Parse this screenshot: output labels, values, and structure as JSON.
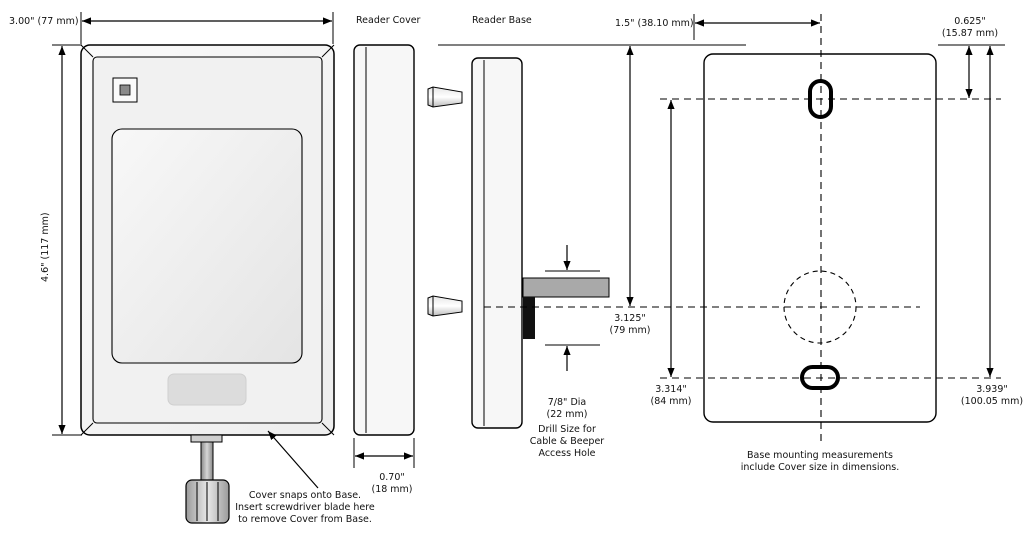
{
  "labels": {
    "cover_width": "3.00\" (77 mm)",
    "cover_height": "4.6\" (117 mm)",
    "reader_cover": "Reader Cover",
    "reader_base": "Reader Base",
    "depth_in": "0.70\"",
    "depth_mm": "(18 mm)",
    "drill_dia": "7/8\" Dia",
    "drill_mm": "(22 mm)",
    "drill_note_1": "Drill Size for",
    "drill_note_2": "Cable & Beeper",
    "drill_note_3": "Access Hole",
    "offset_3125_in": "3.125\"",
    "offset_3125_mm": "(79 mm)",
    "offset_15": "1.5\" (38.10 mm)",
    "offset_0625_in": "0.625\"",
    "offset_0625_mm": "(15.87 mm)",
    "offset_3314_in": "3.314\"",
    "offset_3314_mm": "(84 mm)",
    "offset_3939_in": "3.939\"",
    "offset_3939_mm": "(100.05 mm)",
    "snap_note_1": "Cover snaps onto Base.",
    "snap_note_2": "Insert screwdriver blade here",
    "snap_note_3": "to remove Cover from Base.",
    "base_note_1": "Base mounting measurements",
    "base_note_2": "include Cover size in dimensions."
  }
}
